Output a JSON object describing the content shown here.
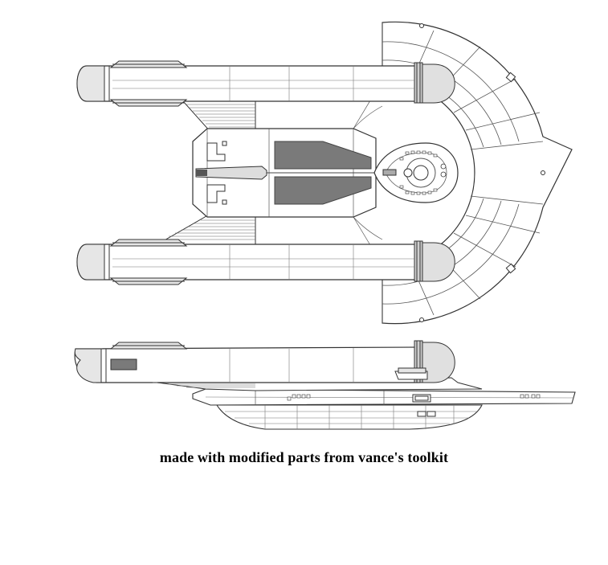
{
  "caption": "made with modified parts from vance's toolkit",
  "colors": {
    "line": "#333333",
    "hull": "#ffffff",
    "panel": "#7a7a7a",
    "background": "#ffffff",
    "shadow": "#c8c8c8"
  },
  "views": [
    "top-view",
    "side-view"
  ]
}
